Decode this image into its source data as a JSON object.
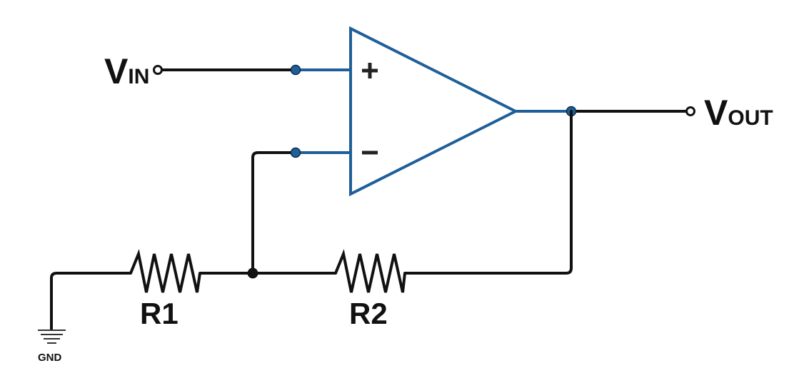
{
  "diagram": {
    "input_label": {
      "main": "V",
      "sub": "IN"
    },
    "output_label": {
      "main": "V",
      "sub": "OUT"
    },
    "resistors": [
      {
        "label": "R1"
      },
      {
        "label": "R2"
      }
    ],
    "ground_label": "GND",
    "opamp": {
      "plus_symbol": "+",
      "minus_symbol": "minus"
    },
    "colors": {
      "wire": "#111111",
      "opamp": "#1f5f99",
      "node": "#111111",
      "pin_dot": "#1f5f99",
      "background": "#ffffff"
    }
  }
}
